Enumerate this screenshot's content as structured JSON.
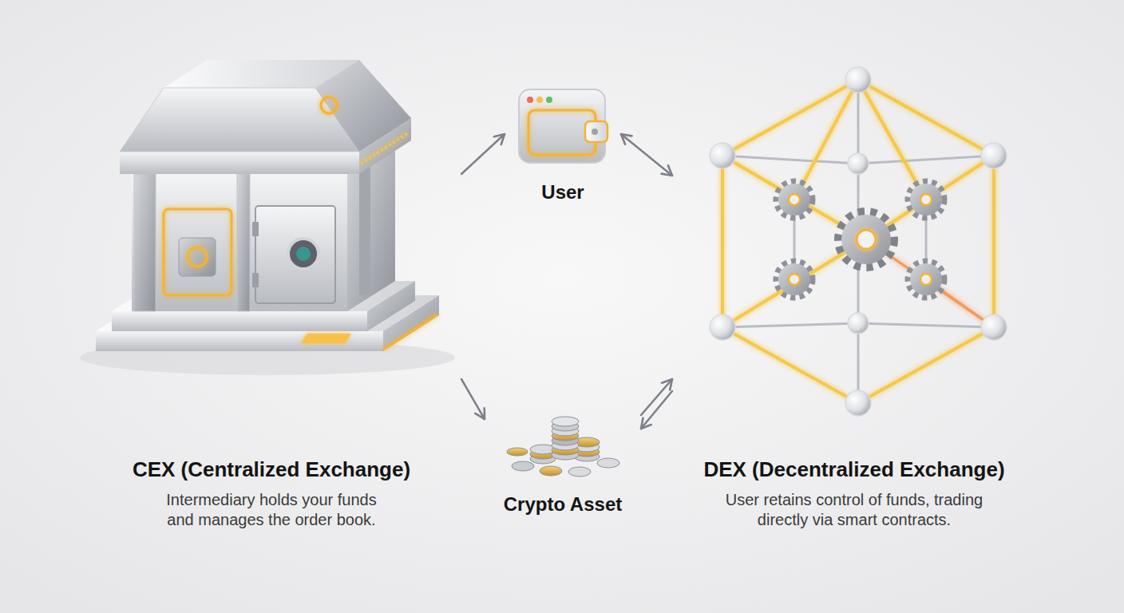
{
  "diagram": {
    "nodes": [
      {
        "text": [
          "CEX (Centralized Exchange)",
          "Intermediary holds your funds and manages the order book."
        ]
      },
      {
        "text": [
          "User"
        ]
      },
      {
        "text": [
          "DEX (Decentralized Exchange)",
          "User retains control of funds, trading directly via smart contracts."
        ]
      },
      {
        "text": [
          "Crypto Asset"
        ]
      }
    ],
    "edges": [
      {
        "from": 0,
        "to": 1,
        "arrow": "to"
      },
      {
        "from": 1,
        "to": 2,
        "arrow": "both"
      },
      {
        "from": 0,
        "to": 3,
        "arrow": "to"
      },
      {
        "from": 3,
        "to": 2,
        "arrow": "to"
      },
      {
        "from": 2,
        "to": 3,
        "arrow": "to"
      }
    ]
  }
}
